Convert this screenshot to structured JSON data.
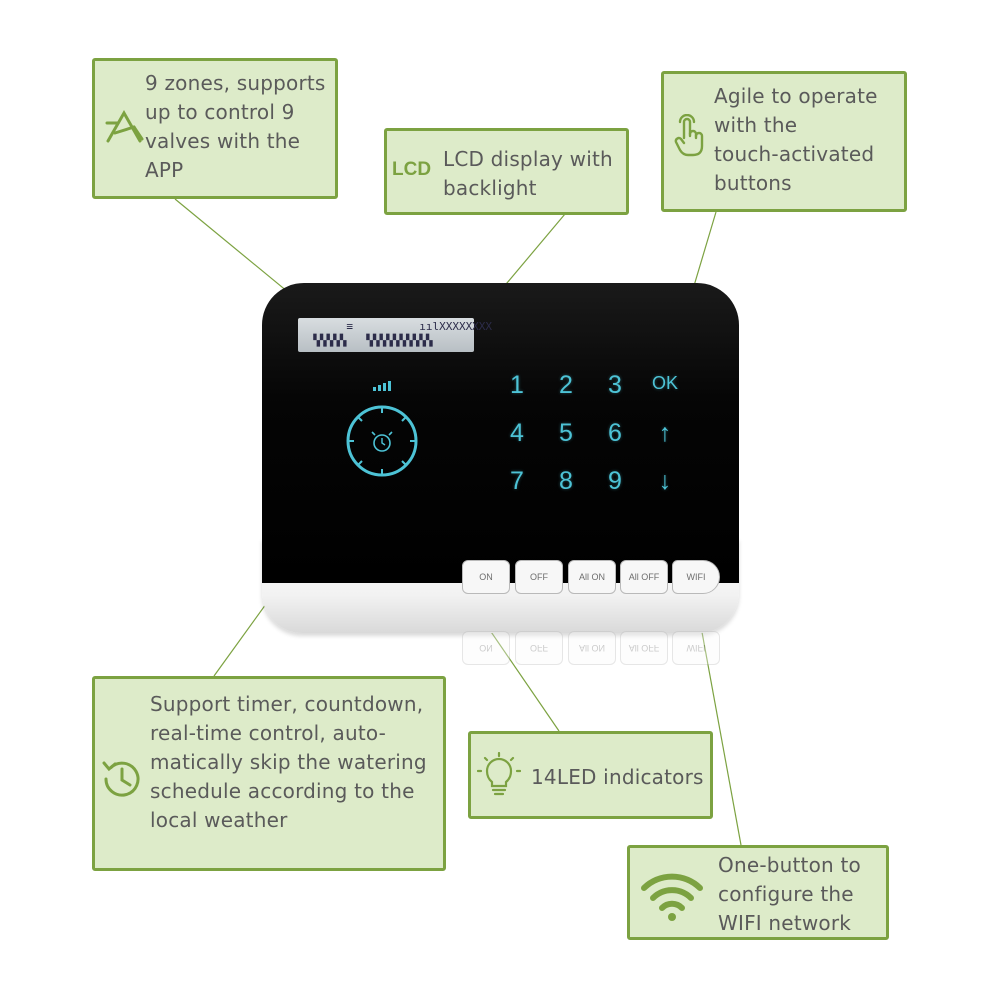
{
  "callouts": {
    "zones": "9 zones, supports\nup to control 9\nvalves with the\nAPP",
    "lcd_icon": "LCD",
    "lcd": "LCD display with\nbacklight",
    "touch": "Agile to operate\nwith the\ntouch-activated\nbuttons",
    "timer": "Support timer, countdown,\nreal-time control, auto-\nmatically skip the watering\nschedule according to the\nlocal weather",
    "led": "14LED indicators",
    "wifi": "One-button to\nconfigure the\nWIFI network"
  },
  "icons": {
    "zones": "valve-network-icon",
    "touch": "touch-hand-icon",
    "timer": "clock-history-icon",
    "led": "light-bulb-icon",
    "wifi": "wifi-icon"
  },
  "device": {
    "lcd_line1": "       ≡          ıılXXXXXXXX",
    "lcd_line2": "  ▚▚▚▚▚   ▚▚▚▚▚▚▚▚▚▚",
    "keys": [
      "1",
      "2",
      "3",
      "OK",
      "4",
      "5",
      "6",
      "↑",
      "7",
      "8",
      "9",
      "↓"
    ],
    "buttons": [
      "ON",
      "OFF",
      "All ON",
      "All OFF",
      "WIFI"
    ]
  },
  "colors": {
    "callout_bg": "#ddebc9",
    "callout_border": "#7ca241",
    "key_color": "#4dc3d6",
    "text": "#5a5a5a"
  }
}
